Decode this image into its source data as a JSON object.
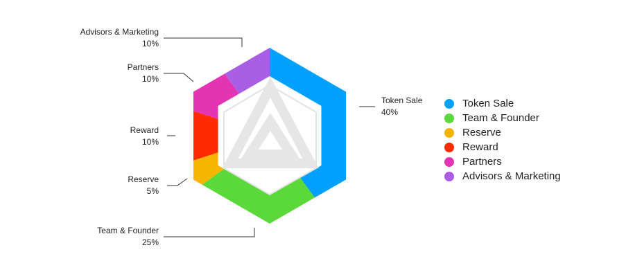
{
  "chart_data": {
    "type": "pie",
    "categories": [
      "Token Sale",
      "Team & Founder",
      "Reserve",
      "Reward",
      "Partners",
      "Advisors & Marketing"
    ],
    "values": [
      40,
      25,
      5,
      10,
      10,
      10
    ],
    "value_labels": [
      "40%",
      "25%",
      "5%",
      "10%",
      "10%",
      "10%"
    ],
    "colors": [
      "#00a0ff",
      "#5bd83a",
      "#f7b500",
      "#ff2a00",
      "#e334b4",
      "#aa5ee6"
    ],
    "legend": "right",
    "shape": "hexagon ring"
  },
  "center_icon": "triangle-logo-icon"
}
